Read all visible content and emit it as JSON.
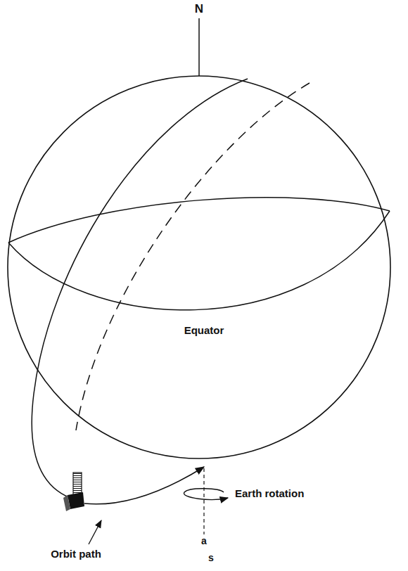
{
  "diagram": {
    "labels": [
      "N",
      "Equator",
      "Earth rotation",
      "Orbit path",
      "a",
      "s"
    ]
  }
}
